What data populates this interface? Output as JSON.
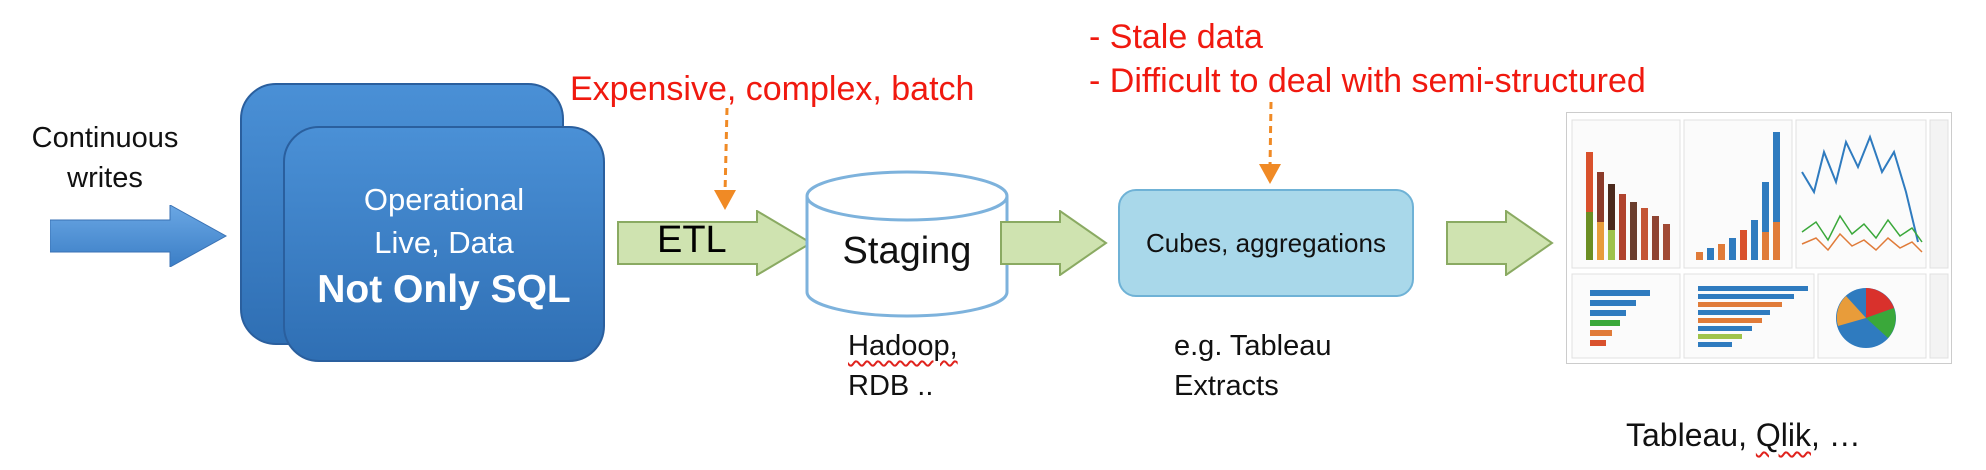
{
  "input": {
    "line1": "Continuous",
    "line2": "writes"
  },
  "operational": {
    "line1": "Operational",
    "line2": "Live, Data",
    "line3": "Not Only SQL"
  },
  "etl": {
    "label": "ETL",
    "note": "Expensive, complex, batch"
  },
  "staging": {
    "label": "Staging",
    "sub1": "Hadoop,",
    "sub2": "RDB .."
  },
  "cubes": {
    "label": "Cubes, aggregations",
    "sub1": "e.g. Tableau",
    "sub2": "Extracts",
    "note1": "- Stale data",
    "note2": "- Difficult to deal with semi-structured"
  },
  "dashboard": {
    "caption_prefix": "Tableau, ",
    "caption_qlik": "Qlik",
    "caption_suffix": ", …"
  },
  "colors": {
    "note": "#f0190f",
    "arrow_blue": "#4a8fd4",
    "arrow_green": "#cfe3b0",
    "cubes_fill": "#a9d8ea"
  }
}
